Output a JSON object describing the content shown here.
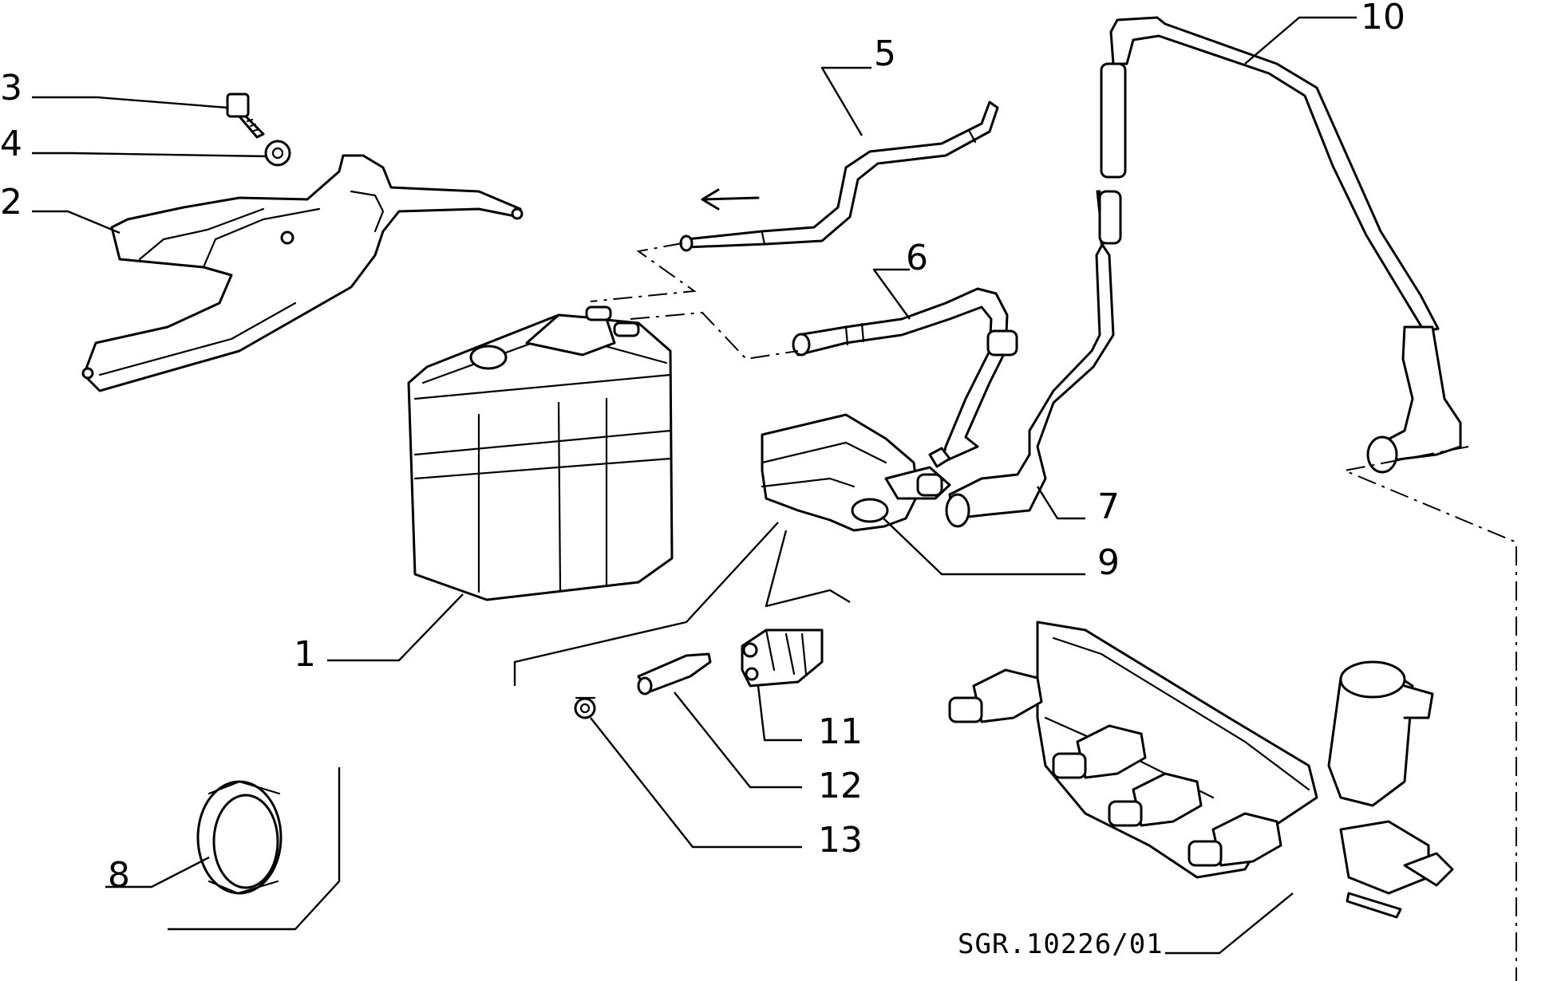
{
  "callouts": {
    "c1": "1",
    "c2": "2",
    "c3": "3",
    "c4": "4",
    "c5": "5",
    "c6": "6",
    "c7": "7",
    "c8": "8",
    "c9": "9",
    "c10": "10",
    "c11": "11",
    "c12": "12",
    "c13": "13"
  },
  "reference_code": "SGR.10226/01",
  "colors": {
    "ink": "#000000",
    "paper": "#ffffff"
  }
}
